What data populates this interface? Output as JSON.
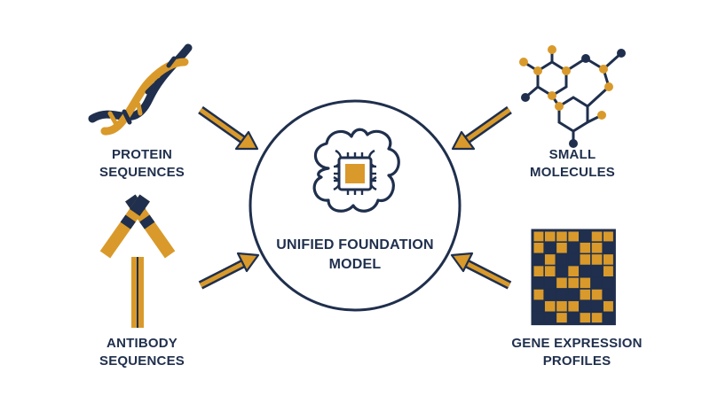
{
  "colors": {
    "navy": "#1f2f4d",
    "gold": "#d99a2b",
    "light_gold": "#e7b04a"
  },
  "center": {
    "icon": "brain-chip-icon",
    "line1": "UNIFIED FOUNDATION",
    "line2": "MODEL"
  },
  "inputs": {
    "protein": {
      "icon": "dna-helix-icon",
      "line1": "PROTEIN",
      "line2": "SEQUENCES"
    },
    "small_molecules": {
      "icon": "molecule-icon",
      "line1": "SMALL",
      "line2": "MOLECULES"
    },
    "antibody": {
      "icon": "antibody-icon",
      "line1": "ANTIBODY",
      "line2": "SEQUENCES"
    },
    "gene_expression": {
      "icon": "heatmap-grid-icon",
      "line1": "GENE EXPRESSION",
      "line2": "PROFILES"
    }
  }
}
